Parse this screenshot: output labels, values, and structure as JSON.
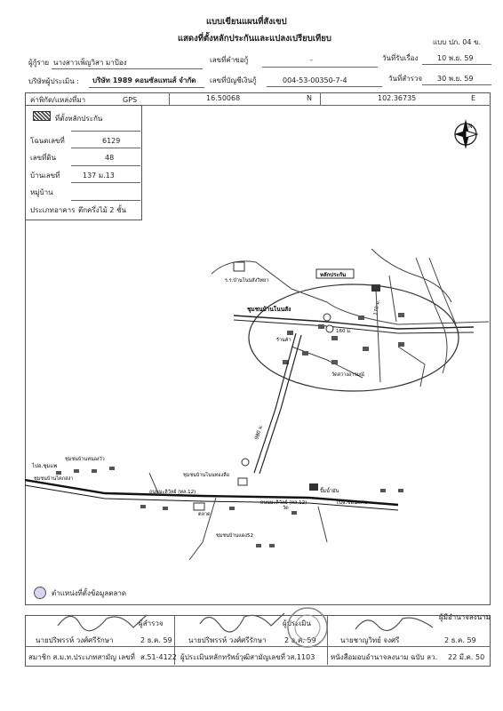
{
  "header": {
    "title1": "แบบเขียนแผนที่สังเขป",
    "title2": "แสดงที่ตั้งหลักประกันและแปลงเปรียบเทียบ",
    "form_no": "แบบ ปภ. 04 ข."
  },
  "info": {
    "borrower_label": "ผู้กู้ราย",
    "borrower_value": "นางสาวเพ็ญวิสา มาป้อง",
    "appraiser_co_label": "บริษัทผู้ประเมิน :",
    "appraiser_co_value": "บริษัท 1989 คอนซัลแทนส์ จำกัด",
    "request_no_label": "เลขที่คำขอกู้",
    "request_no_value": "-",
    "account_no_label": "เลขที่บัญชีเงินกู้",
    "account_no_value": "004-53-00350-7-4",
    "received_label": "วันที่รับเรื่อง",
    "received_value": "10 พ.ย. 59",
    "survey_label": "วันที่สำรวจ",
    "survey_value": "30 พ.ย. 59"
  },
  "coords": {
    "label": "ค่าพิกัด/แหล่งที่มา",
    "source": "GPS",
    "lat": "16.50068",
    "lat_dir": "N",
    "lon": "102.36735",
    "lon_dir": "E"
  },
  "details": {
    "legend_label": "ที่ตั้งหลักประกัน",
    "deed_label": "โฉนดเลขที่",
    "deed_value": "6129",
    "land_no_label": "เลขที่ดิน",
    "land_no_value": "48",
    "house_no_label": "บ้านเลขที่",
    "house_no_value": "137 ม.13",
    "village_label": "หมู่บ้าน",
    "village_value": "",
    "building_type_label": "ประเภทอาคาร",
    "building_type_value": "ตึกครึ่งไม้ 2 ชั้น"
  },
  "map": {
    "collateral_label": "หลักประกัน",
    "community_main": "ชุมชนบ้านโนนสัง",
    "school": "ร.ร.บ้านโนนสังวิทยา",
    "health": "ร้านค้า",
    "temple": "วัดสว่างอารมณ์",
    "community_west1": "ชุมชนบ้านหนองวัว",
    "community_west2": "ชุมชนบ้านโคกสง่า",
    "community_mid": "ชุมชนบ้านโนนทองลือ",
    "community_south": "ชุมชนบ้านแดง52",
    "road_main1": "ถนนมะลิวัลย์ (ทล.12)",
    "road_main2": "ถนนมะลิวัลย์ (ทล.12)",
    "to_chumphae": "ไปอ.ชุมแพ",
    "to_khonkaen": "ไปจ.ขอนแก่น",
    "dist_main": "980 ม.",
    "dist_village": "160 ม.",
    "dist_short": "170 ม.",
    "gas": "ปั๊มน้ำมัน",
    "market": "ตลาด",
    "north": "N",
    "wat": "วัด"
  },
  "map_legend": {
    "label": "ตำแหน่งที่ตั้งข้อมูลตลาด"
  },
  "signatures": {
    "surveyor_title": "ผู้สำรวจ",
    "surveyor_name": "นายปริพรรห์ วงศ์ศรีรักษา",
    "surveyor_date": "2 ธ.ค. 59",
    "member_label": "สมาชิก ส.ม.ท.ประเภทสามัญ เลขที่",
    "member_value": "ส.51-4122",
    "appraiser_title": "ผู้ประเมิน",
    "appraiser_name": "นายปริพรรห์ วงศ์ศรีรักษา",
    "appraiser_date": "2 ธ.ค. 59",
    "appraiser_license_label": "ผู้ประเมินหลักทรัพย์วุฒิสามัญเลขที่",
    "appraiser_license_value": "วส.1103",
    "authority_title": "ผู้มีอำนาจลงนาม",
    "authority_name": "นายชาญวิทย์ จงศรี",
    "authority_date": "2 ธ.ค. 59",
    "authority_doc_label": "หนังสือมอบอำนาจลงนาม ฉบับ ลว.",
    "authority_doc_value": "22 มี.ค. 50"
  }
}
